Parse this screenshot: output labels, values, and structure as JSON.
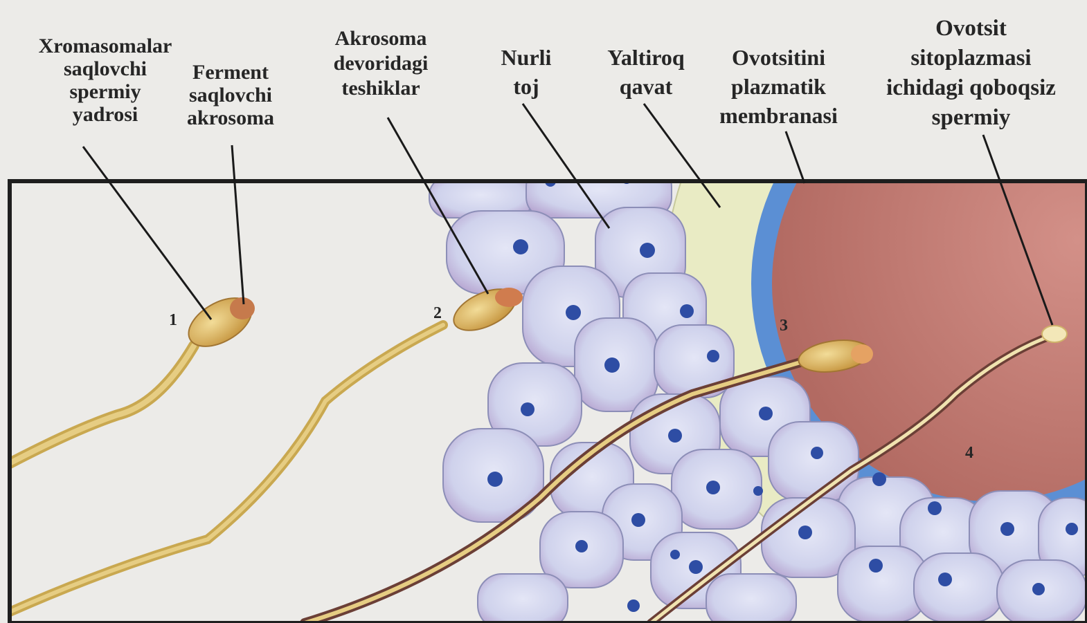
{
  "labels": [
    {
      "id": "xromasomalar",
      "lines": [
        "Xromasomalar",
        "saqlovchi",
        "spermiy",
        "yadrosi"
      ]
    },
    {
      "id": "ferment",
      "lines": [
        "Ferment",
        "saqlovchi",
        "akrosoma"
      ]
    },
    {
      "id": "akrosoma-teshik",
      "lines": [
        "Akrosoma",
        "devoridagi",
        "teshiklar"
      ]
    },
    {
      "id": "nurli-toj",
      "lines": [
        "Nurli",
        "toj"
      ]
    },
    {
      "id": "yaltiroq",
      "lines": [
        "Yaltiroq",
        "qavat"
      ]
    },
    {
      "id": "membrana",
      "lines": [
        "Ovotsitini",
        "plazmatik",
        "membranasi"
      ]
    },
    {
      "id": "sitoplazma",
      "lines": [
        "Ovotsit",
        "sitoplazmasi",
        "ichidagi qoboqsiz",
        "spermiy"
      ]
    }
  ],
  "stage_numbers": [
    "1",
    "2",
    "3",
    "4"
  ],
  "colors": {
    "background": "#ecebe8",
    "cell_fill": "#d3d6ef",
    "cell_stroke": "#8c8eb7",
    "nucleus": "#2e4da4",
    "zona_pellucida": "#e9ebc4",
    "membrane": "#5b8fd4",
    "cytoplasm": "#c27c73",
    "sperm": "#d7ba66"
  }
}
